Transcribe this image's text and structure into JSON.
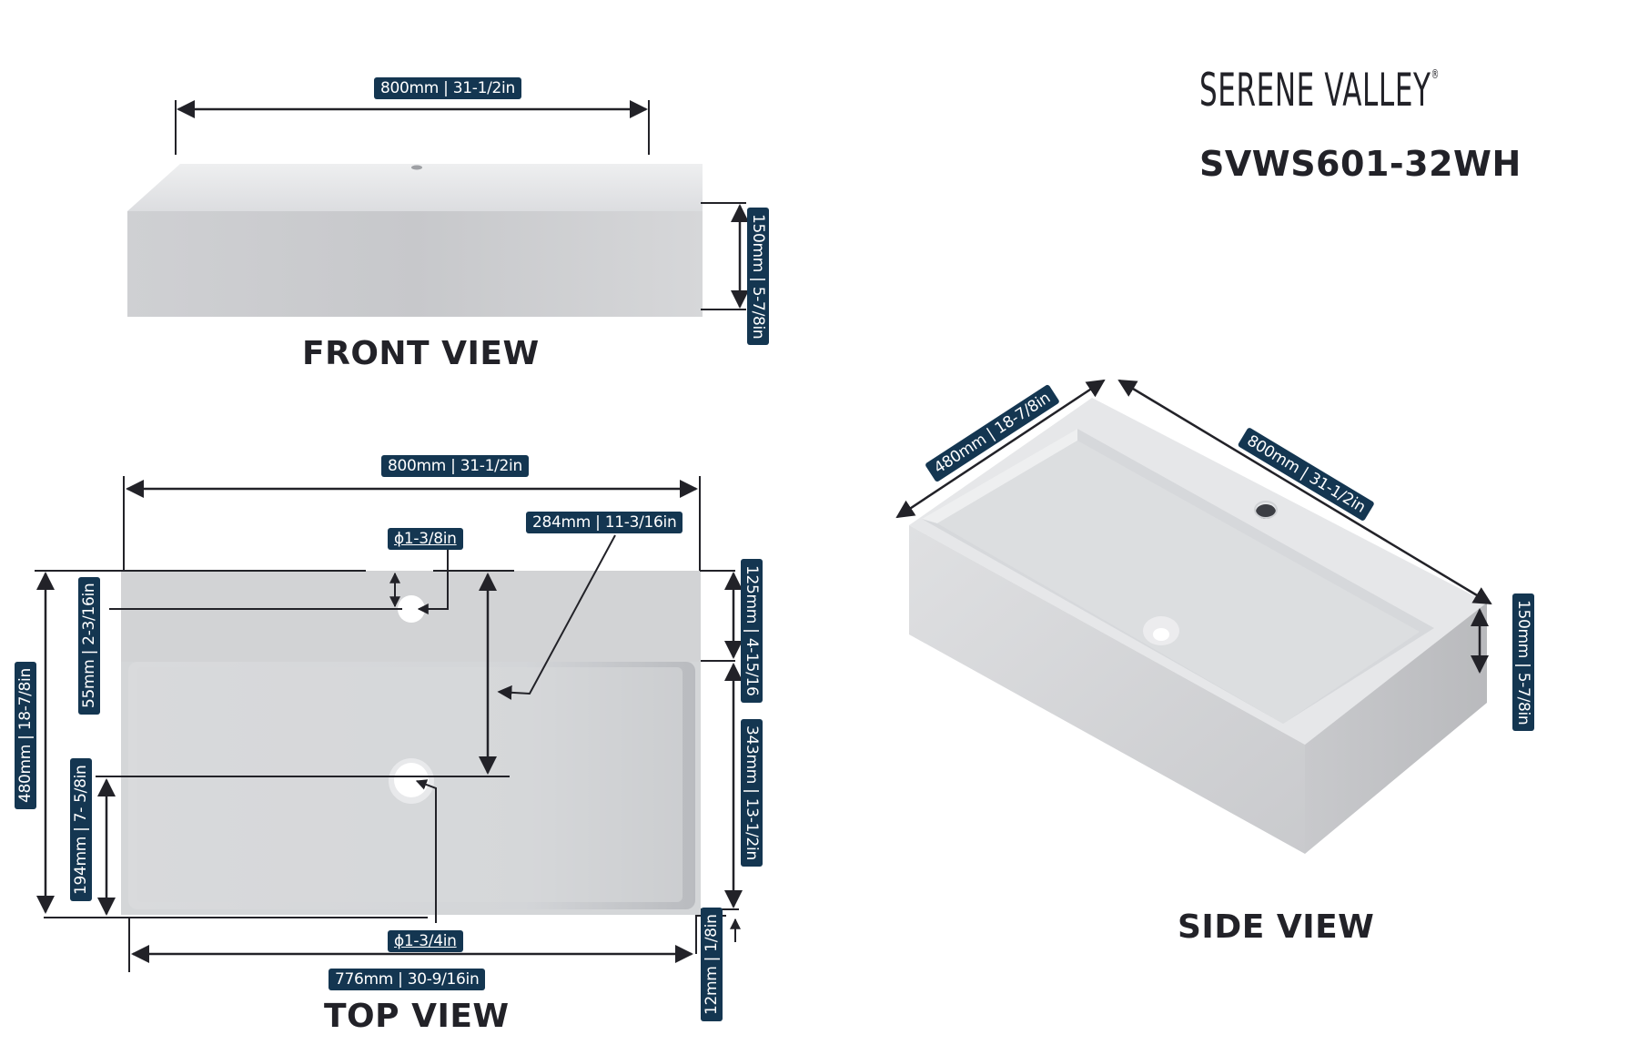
{
  "brand": {
    "name": "SERENE VALLEY",
    "registered_mark": "®",
    "model": "SVWS601-32WH"
  },
  "colors": {
    "label_bg": "#143651",
    "label_text": "#ffffff",
    "line": "#222228",
    "sink_light": "#e3e4e6",
    "sink_mid": "#cfd1d4",
    "sink_dark": "#bcbec2"
  },
  "views": {
    "front": {
      "title": "FRONT VIEW",
      "width_label": "800mm | 31-1/2in",
      "height_label": "150mm | 5-7/8in"
    },
    "top": {
      "title": "TOP VIEW",
      "width_label": "800mm | 31-1/2in",
      "faucet_hole_label": "ϕ1-3/8in",
      "faucet_offset_label": "55mm | 2-3/16in",
      "drain_to_back_label": "284mm | 11-3/16in",
      "depth_label": "480mm | 18-7/8in",
      "drain_from_front_label": "194mm | 7- 5/8in",
      "deck_label": "125mm | 4-15/16",
      "basin_depth_label": "343mm | 13-1/2in",
      "drain_hole_label": "ϕ1-3/4in",
      "basin_width_label": "776mm | 30-9/16in",
      "rim_label": "12mm | 1/8in"
    },
    "side": {
      "title": "SIDE VIEW",
      "depth_label": "480mm | 18-7/8in",
      "width_label": "800mm | 31-1/2in",
      "height_label": "150mm | 5-7/8in"
    }
  }
}
